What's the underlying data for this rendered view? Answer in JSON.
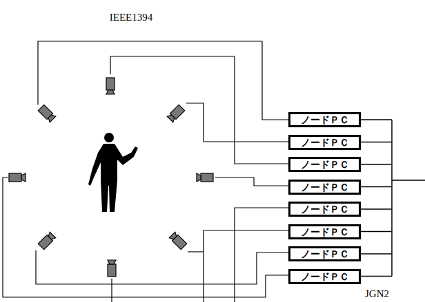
{
  "diagram": {
    "nodes": [
      {
        "text": [
          "ノードＰＣ"
        ]
      },
      {
        "text": [
          "ノードＰＣ"
        ]
      },
      {
        "text": [
          "ノードＰＣ"
        ]
      },
      {
        "text": [
          "ノードＰＣ"
        ]
      },
      {
        "text": [
          "ノードＰＣ"
        ]
      },
      {
        "text": [
          "ノードＰＣ"
        ]
      },
      {
        "text": [
          "ノードＰＣ"
        ]
      },
      {
        "text": [
          "ノードＰＣ"
        ]
      }
    ],
    "labels": [
      "IEEE1394",
      "JGN2"
    ]
  }
}
